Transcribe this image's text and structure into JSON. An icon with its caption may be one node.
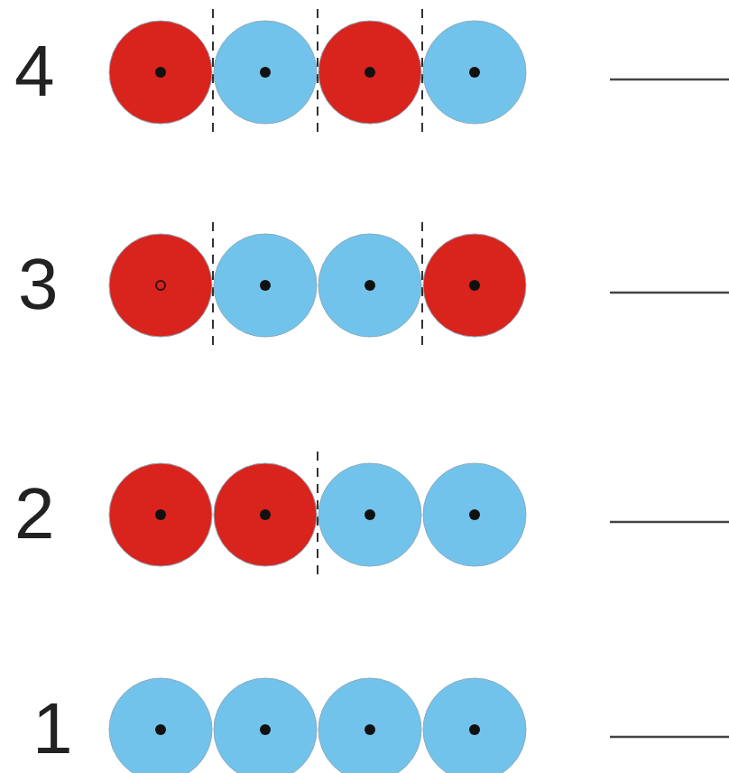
{
  "diagram": {
    "nodes": [
      {
        "text": [],
        "shape": "circle"
      },
      {
        "text": [],
        "shape": "circle"
      },
      {
        "text": [],
        "shape": "circle"
      },
      {
        "text": [],
        "shape": "circle"
      },
      {
        "text": [],
        "shape": "circle"
      },
      {
        "text": [],
        "shape": "circle"
      },
      {
        "text": [],
        "shape": "circle"
      },
      {
        "text": [],
        "shape": "circle"
      },
      {
        "text": [],
        "shape": "circle"
      },
      {
        "text": [],
        "shape": "circle"
      },
      {
        "text": [],
        "shape": "circle"
      },
      {
        "text": [],
        "shape": "circle"
      },
      {
        "text": [],
        "shape": "circle"
      },
      {
        "text": [],
        "shape": "circle"
      },
      {
        "text": [],
        "shape": "circle"
      },
      {
        "text": [],
        "shape": "circle"
      }
    ],
    "labels": [
      "4",
      "3",
      "2",
      "1"
    ]
  }
}
